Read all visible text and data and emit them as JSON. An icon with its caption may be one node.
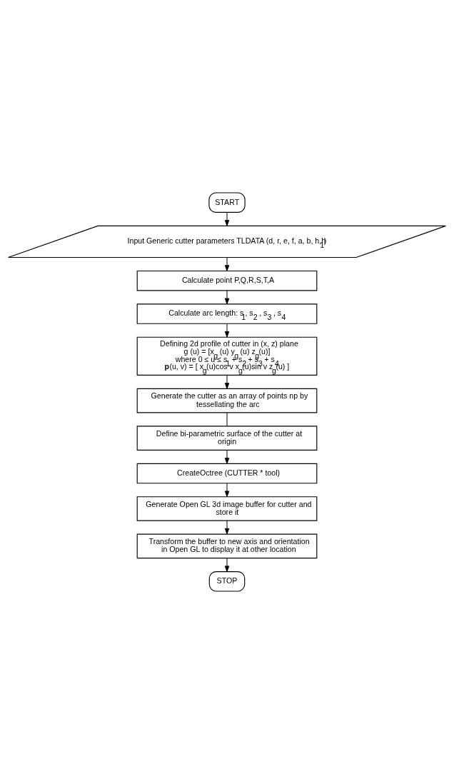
{
  "diagram": {
    "nodes": [
      {
        "text": [
          "START"
        ]
      },
      {
        "text": [
          "Input Generic cutter parameters TLDATA (d, r, e, f, a, b, h,h$_{1}$)"
        ]
      },
      {
        "text": [
          "Calculate point P,Q,R,S,T,A"
        ]
      },
      {
        "text": [
          "Calculate arc length: s$_{1}$, s$_{2}$ , s$_{3}$ , s$_{4}$"
        ]
      },
      {
        "text": [
          "Defining 2d profile of cutter in (x, z) plane",
          "g (u) = [x$_{g}$ (u) y$_{g}$ (u) z$_{g}$(u)]",
          "where 0 ≤ u ≤ s$_{1}$ + s$_{2}$ + s$_{3}$ + s$_{4}$",
          "**p**(u, v) = [ x$_{g}$(u)cos v x$_{g}$(u)sin v z$_{g}$(u) ]"
        ]
      },
      {
        "text": [
          "Generate the cutter as an array of points np by tessellating the arc"
        ]
      },
      {
        "text": [
          "Define bi-parametric surface of the cutter at origin"
        ]
      },
      {
        "text": [
          "CreateOctree (CUTTER * tool)"
        ]
      },
      {
        "text": [
          "Generate Open GL 3d image buffer for cutter and store it"
        ]
      },
      {
        "text": [
          "Transform the buffer to new axis and orientation in Open GL to display it at other location"
        ]
      },
      {
        "text": [
          "STOP"
        ]
      }
    ],
    "edges": [
      {
        "from": 0,
        "to": 1,
        "arrow": "to"
      },
      {
        "from": 1,
        "to": 2,
        "arrow": "to"
      },
      {
        "from": 2,
        "to": 3,
        "arrow": "to"
      },
      {
        "from": 3,
        "to": 4,
        "arrow": "to"
      },
      {
        "from": 4,
        "to": 5,
        "arrow": "to"
      },
      {
        "from": 5,
        "to": 6,
        "arrow": "none"
      },
      {
        "from": 6,
        "to": 7,
        "arrow": "to"
      },
      {
        "from": 7,
        "to": 8,
        "arrow": "to"
      },
      {
        "from": 8,
        "to": 9,
        "arrow": "to"
      },
      {
        "from": 9,
        "to": 10,
        "arrow": "to"
      }
    ]
  }
}
